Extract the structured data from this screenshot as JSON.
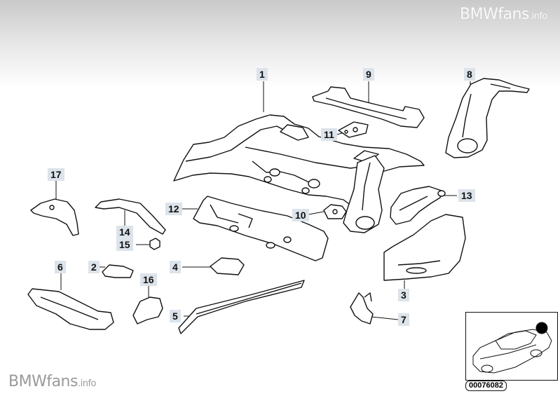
{
  "watermark": {
    "top": {
      "brand": "BMWfans",
      "suffix": ".info"
    },
    "bottom": {
      "brand": "BMWfans",
      "suffix": ".info"
    }
  },
  "callouts": [
    {
      "id": "1",
      "label": "1"
    },
    {
      "id": "2",
      "label": "2"
    },
    {
      "id": "3",
      "label": "3"
    },
    {
      "id": "4",
      "label": "4"
    },
    {
      "id": "5",
      "label": "5"
    },
    {
      "id": "6",
      "label": "6"
    },
    {
      "id": "7",
      "label": "7"
    },
    {
      "id": "8",
      "label": "8"
    },
    {
      "id": "9",
      "label": "9"
    },
    {
      "id": "10",
      "label": "10"
    },
    {
      "id": "11",
      "label": "11"
    },
    {
      "id": "12",
      "label": "12"
    },
    {
      "id": "13",
      "label": "13"
    },
    {
      "id": "14",
      "label": "14"
    },
    {
      "id": "15",
      "label": "15"
    },
    {
      "id": "16",
      "label": "16"
    },
    {
      "id": "17",
      "label": "17"
    }
  ],
  "inset": {
    "code": "00076082"
  }
}
